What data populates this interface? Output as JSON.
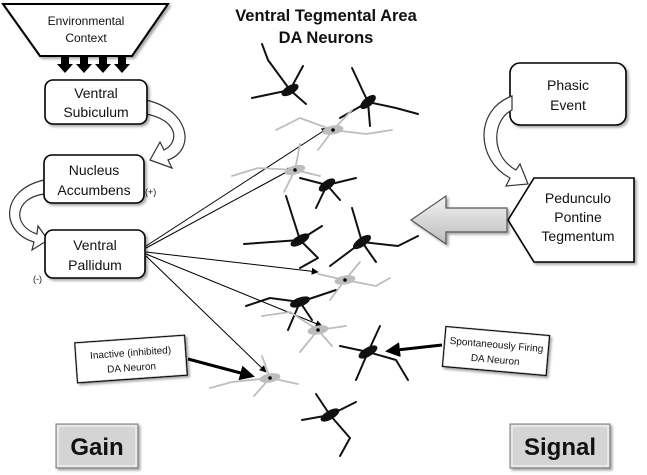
{
  "title": {
    "line1": "Ventral Tegmental Area",
    "line2": "DA Neurons"
  },
  "left_column": {
    "environmental_context": {
      "line1": "Environmental",
      "line2": "Context"
    },
    "ventral_subiculum": {
      "line1": "Ventral",
      "line2": "Subiculum"
    },
    "nucleus_accumbens": {
      "line1": "Nucleus",
      "line2": "Accumbens",
      "sign": "(+)"
    },
    "ventral_pallidum": {
      "line1": "Ventral",
      "line2": "Pallidum",
      "sign": "(-)"
    }
  },
  "right_column": {
    "phasic_event": {
      "line1": "Phasic",
      "line2": "Event"
    },
    "pedunculo_pontine": {
      "line1": "Pedunculo",
      "line2": "Pontine",
      "line3": "Tegmentum"
    }
  },
  "labels": {
    "inactive": {
      "line1": "Inactive (inhibited)",
      "line2": "DA Neuron"
    },
    "spontaneous": {
      "line1": "Spontaneously Firing",
      "line2": "DA Neuron"
    }
  },
  "bottom": {
    "gain": "Gain",
    "signal": "Signal"
  },
  "colors": {
    "active_neuron": "#111111",
    "inactive_neuron": "#bdbdbd",
    "button_fill": "#d4d4d4",
    "arrow_fill": "#cfcfcf"
  }
}
